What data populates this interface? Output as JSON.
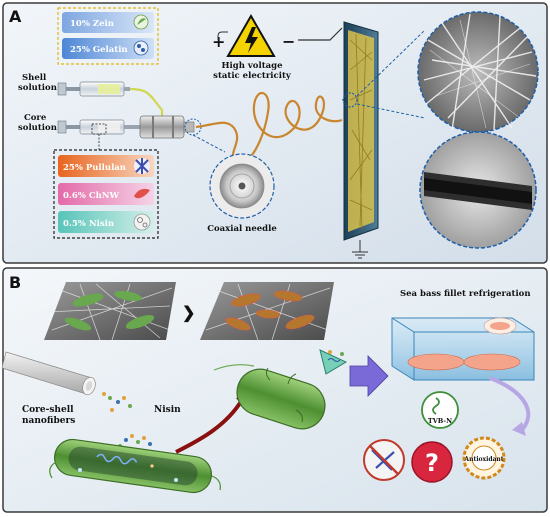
{
  "panel_a": {
    "letter": "A",
    "shell_components": [
      {
        "label": "10% Zein",
        "color_start": "#7ea6e0",
        "color_end": "#d9e6f7"
      },
      {
        "label": "25% Gelatin",
        "color_start": "#4d86d6",
        "color_end": "#cfe0f5"
      }
    ],
    "core_components": [
      {
        "label": "25% Pullulan",
        "color_start": "#e8641e",
        "color_end": "#f7d6c0"
      },
      {
        "label": "0.6% ChNW",
        "color_start": "#e36aa8",
        "color_end": "#f5d3e6"
      },
      {
        "label": "0.5% Nisin",
        "color_start": "#57c4b8",
        "color_end": "#d3efe9"
      }
    ],
    "shell_solution_label": [
      "Shell",
      "solution"
    ],
    "core_solution_label": [
      "Core",
      "solution"
    ],
    "voltage_label": [
      "High voltage",
      "static electricity"
    ],
    "plus_sign": "+",
    "minus_sign": "−",
    "needle_label": "Coaxial needle"
  },
  "panel_b": {
    "letter": "B",
    "arrow_glyph": "❯",
    "fibers_label": [
      "Core-shell",
      "nanofibers"
    ],
    "nisin_label": "Nisin",
    "refrigeration_label": "Sea bass fillet refrigeration",
    "tvbn_label": "TVB-N",
    "question_glyph": "?",
    "antioxidant_label": "Antioxidant"
  },
  "colors": {
    "panel_border": "#3a3a3a",
    "panel_a_bg": "#dfe8f2",
    "panel_b_bg": "#e6edf3",
    "fiber_orange": "#c9862f",
    "bacteria_green": "#6aa84f",
    "process_arrow": "#6a5acd",
    "dashed_accent": "#1f5fa8"
  }
}
